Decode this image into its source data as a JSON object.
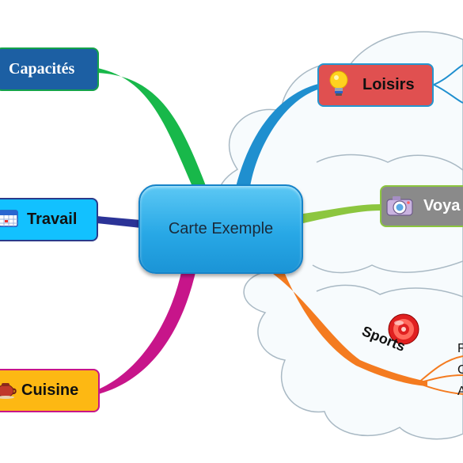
{
  "center": {
    "label": "Carte Exemple"
  },
  "nodes": {
    "capacites": {
      "label": "Capacités"
    },
    "travail": {
      "label": "Travail"
    },
    "cuisine": {
      "label": "Cuisine"
    },
    "loisirs": {
      "label": "Loisirs"
    },
    "voyage": {
      "label": "Voya"
    },
    "sports": {
      "label": "Sports"
    }
  },
  "sports_children": [
    "F",
    "C",
    "A"
  ],
  "colors": {
    "capacites": "#18b84a",
    "travail": "#2b3397",
    "cuisine": "#c7158a",
    "loisirs": "#1f8fcf",
    "voyage": "#8cc63f",
    "sports": "#f47b20"
  },
  "icons": [
    "lightbulb-icon",
    "calendar-icon",
    "teapot-icon",
    "camera-icon",
    "target-icon"
  ]
}
